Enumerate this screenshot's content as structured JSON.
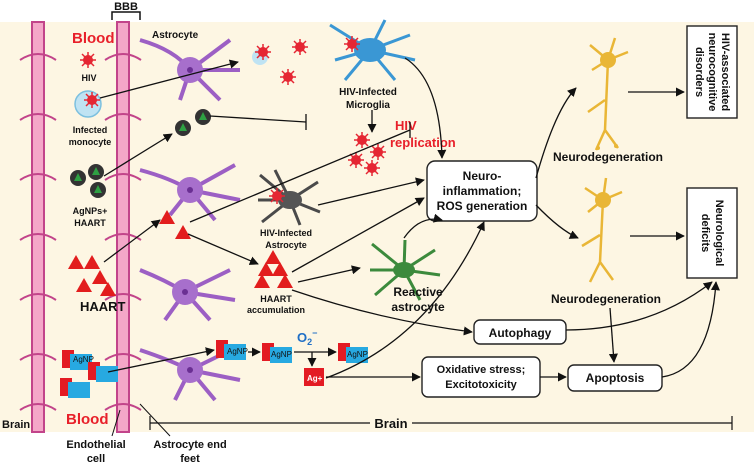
{
  "labels": {
    "bbb": "BBB",
    "blood_top": "Blood",
    "blood_bottom": "Blood",
    "astrocyte": "Astrocyte",
    "hiv": "HIV",
    "infected_monocyte_1": "Infected",
    "infected_monocyte_2": "monocyte",
    "agnps_haart_1": "AgNPs+",
    "agnps_haart_2": "HAART",
    "haart": "HAART",
    "brain_left": "Brain",
    "brain_bottom": "Brain",
    "endothelial_1": "Endothelial",
    "endothelial_2": "cell",
    "astro_end_1": "Astrocyte end",
    "astro_end_2": "feet",
    "microglia_1": "HIV-Infected",
    "microglia_2": "Microglia",
    "hiv_rep_1": "HIV",
    "hiv_rep_2": "replication",
    "inf_astro_1": "HIV-Infected",
    "inf_astro_2": "Astrocyte",
    "haart_acc_1": "HAART",
    "haart_acc_2": "accumulation",
    "reactive_1": "Reactive",
    "reactive_2": "astrocyte",
    "neuroinf_1": "Neuro-",
    "neuroinf_2": "inflammation;",
    "neuroinf_3": "ROS generation",
    "neurodeg_top": "Neurodegeneration",
    "neurodeg_bottom": "Neurodegeneration",
    "hand_1": "HIV-associated",
    "hand_2": "neurocognitive",
    "hand_3": "disorders",
    "deficits_1": "Neurological",
    "deficits_2": "deficits",
    "autophagy": "Autophagy",
    "oxidative_1": "Oxidative stress;",
    "oxidative_2": "Excitotoxicity",
    "apoptosis": "Apoptosis",
    "agnp": "AgNP",
    "ag_ion": "Ag+",
    "superoxide": "O",
    "superoxide_sub": "2",
    "superoxide_sup": "−"
  },
  "colors": {
    "background": "#fdf6e3",
    "blood_text": "#e8202a",
    "vessel": "#c2448a",
    "vessel_fill": "#f4a7c8",
    "astrocyte": "#9c5fc4",
    "astrocyte_dark": "#6a2f93",
    "microglia": "#3a97d4",
    "infected_astrocyte": "#4a4a4a",
    "reactive_astrocyte": "#3c8a3c",
    "neuron": "#e9b636",
    "haart_triangle": "#e21d1d",
    "agnp_red": "#e31b23",
    "agnp_blue": "#27a9e1",
    "virus": "#e52633",
    "superoxide": "#1f6fc6"
  }
}
